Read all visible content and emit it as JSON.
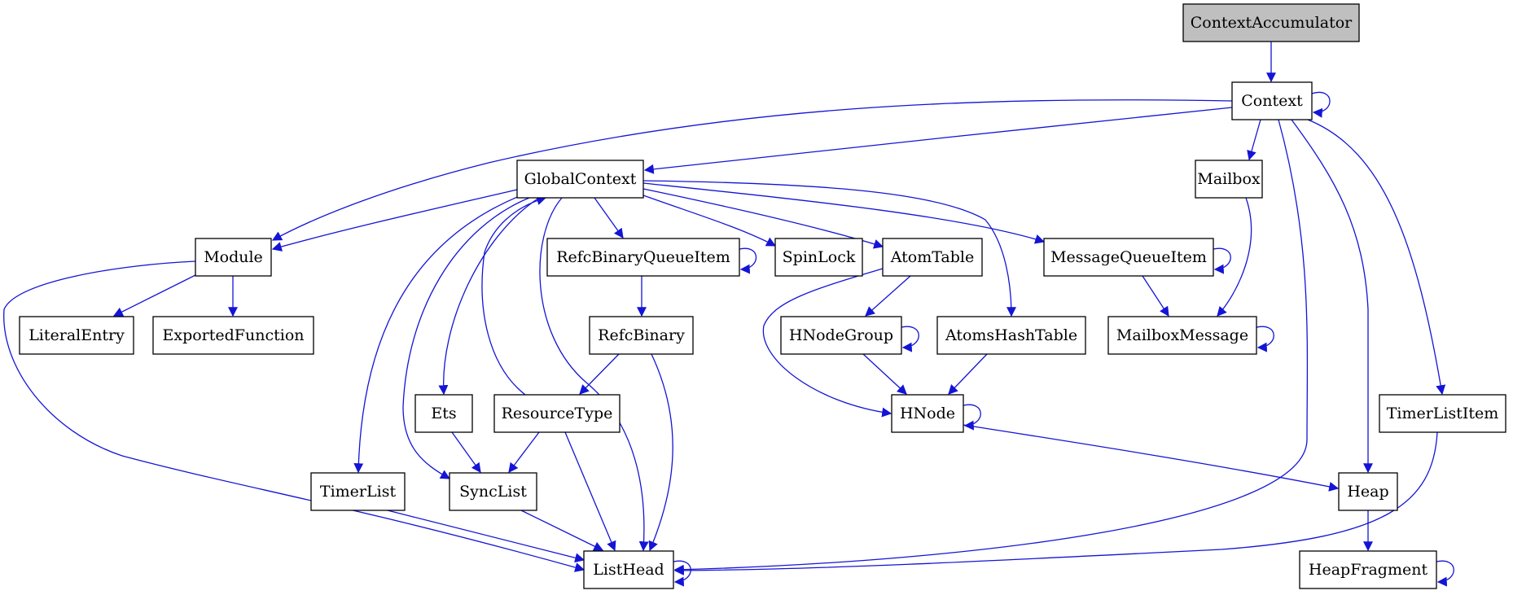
{
  "colors": {
    "edge": "#1414d6",
    "node_fill": "#ffffff",
    "root_fill": "#bfbfbf",
    "border": "#000000"
  },
  "nodes": [
    {
      "id": "ContextAccumulator",
      "label": "ContextAccumulator",
      "root": true
    },
    {
      "id": "Context",
      "label": "Context"
    },
    {
      "id": "GlobalContext",
      "label": "GlobalContext"
    },
    {
      "id": "Mailbox",
      "label": "Mailbox"
    },
    {
      "id": "Module",
      "label": "Module"
    },
    {
      "id": "RefcBinaryQueueItem",
      "label": "RefcBinaryQueueItem"
    },
    {
      "id": "SpinLock",
      "label": "SpinLock"
    },
    {
      "id": "AtomTable",
      "label": "AtomTable"
    },
    {
      "id": "MessageQueueItem",
      "label": "MessageQueueItem"
    },
    {
      "id": "LiteralEntry",
      "label": "LiteralEntry"
    },
    {
      "id": "ExportedFunction",
      "label": "ExportedFunction"
    },
    {
      "id": "RefcBinary",
      "label": "RefcBinary"
    },
    {
      "id": "HNodeGroup",
      "label": "HNodeGroup"
    },
    {
      "id": "AtomsHashTable",
      "label": "AtomsHashTable"
    },
    {
      "id": "MailboxMessage",
      "label": "MailboxMessage"
    },
    {
      "id": "Ets",
      "label": "Ets"
    },
    {
      "id": "ResourceType",
      "label": "ResourceType"
    },
    {
      "id": "HNode",
      "label": "HNode"
    },
    {
      "id": "TimerListItem",
      "label": "TimerListItem"
    },
    {
      "id": "TimerList",
      "label": "TimerList"
    },
    {
      "id": "SyncList",
      "label": "SyncList"
    },
    {
      "id": "Heap",
      "label": "Heap"
    },
    {
      "id": "ListHead",
      "label": "ListHead"
    },
    {
      "id": "HeapFragment",
      "label": "HeapFragment"
    }
  ],
  "edges": [
    [
      "ContextAccumulator",
      "Context"
    ],
    [
      "Context",
      "Context"
    ],
    [
      "Context",
      "GlobalContext"
    ],
    [
      "Context",
      "Module"
    ],
    [
      "Context",
      "Mailbox"
    ],
    [
      "Context",
      "ListHead"
    ],
    [
      "Context",
      "Heap"
    ],
    [
      "Context",
      "TimerListItem"
    ],
    [
      "GlobalContext",
      "Module"
    ],
    [
      "GlobalContext",
      "RefcBinaryQueueItem"
    ],
    [
      "GlobalContext",
      "SpinLock"
    ],
    [
      "GlobalContext",
      "AtomTable"
    ],
    [
      "GlobalContext",
      "MessageQueueItem"
    ],
    [
      "GlobalContext",
      "AtomsHashTable"
    ],
    [
      "GlobalContext",
      "Ets"
    ],
    [
      "GlobalContext",
      "TimerList"
    ],
    [
      "GlobalContext",
      "SyncList"
    ],
    [
      "GlobalContext",
      "ListHead"
    ],
    [
      "ResourceType",
      "GlobalContext"
    ],
    [
      "Mailbox",
      "MailboxMessage"
    ],
    [
      "Module",
      "LiteralEntry"
    ],
    [
      "Module",
      "ExportedFunction"
    ],
    [
      "Module",
      "ListHead"
    ],
    [
      "RefcBinaryQueueItem",
      "RefcBinaryQueueItem"
    ],
    [
      "RefcBinaryQueueItem",
      "RefcBinary"
    ],
    [
      "AtomTable",
      "HNodeGroup"
    ],
    [
      "AtomTable",
      "HNode"
    ],
    [
      "MessageQueueItem",
      "MessageQueueItem"
    ],
    [
      "MessageQueueItem",
      "MailboxMessage"
    ],
    [
      "RefcBinary",
      "ResourceType"
    ],
    [
      "RefcBinary",
      "ListHead"
    ],
    [
      "HNodeGroup",
      "HNodeGroup"
    ],
    [
      "HNodeGroup",
      "HNode"
    ],
    [
      "AtomsHashTable",
      "HNode"
    ],
    [
      "MailboxMessage",
      "MailboxMessage"
    ],
    [
      "Ets",
      "SyncList"
    ],
    [
      "ResourceType",
      "SyncList"
    ],
    [
      "ResourceType",
      "ListHead"
    ],
    [
      "HNode",
      "HNode"
    ],
    [
      "HNode",
      "Heap"
    ],
    [
      "TimerListItem",
      "ListHead"
    ],
    [
      "TimerList",
      "ListHead"
    ],
    [
      "SyncList",
      "ListHead"
    ],
    [
      "Heap",
      "HeapFragment"
    ],
    [
      "HeapFragment",
      "HeapFragment"
    ],
    [
      "ListHead",
      "ListHead"
    ]
  ]
}
